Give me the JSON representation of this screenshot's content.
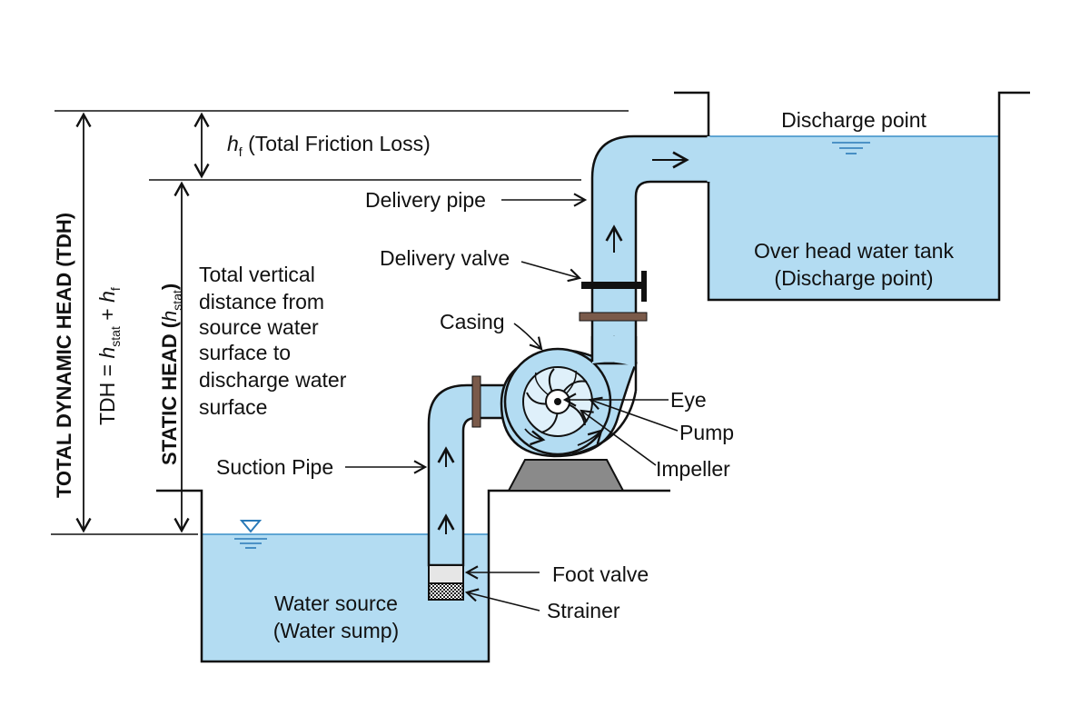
{
  "labels": {
    "tdh_title": "TOTAL DYNAMIC HEAD (TDH)",
    "tdh_formula": {
      "lhs": "TDH = ",
      "h": "h",
      "stat_sub": "stat",
      "plus": " + ",
      "h2": "h",
      "f_sub": "f"
    },
    "static_head": {
      "text": "STATIC HEAD (",
      "h": "h",
      "sub": "stat",
      "close": ")"
    },
    "hf": {
      "h": "h",
      "sub": "f",
      "text": " (Total Friction Loss)"
    },
    "static_description": [
      "Total vertical",
      "distance from",
      "source water",
      "surface to",
      "discharge water",
      "surface"
    ],
    "delivery_pipe": "Delivery pipe",
    "delivery_valve": "Delivery valve",
    "casing": "Casing",
    "eye": "Eye",
    "pump": "Pump",
    "impeller": "Impeller",
    "suction_pipe": "Suction Pipe",
    "foot_valve": "Foot valve",
    "strainer": "Strainer",
    "water_source": [
      "Water source",
      "(Water sump)"
    ],
    "discharge_point": "Discharge point",
    "tank": [
      "Over head water tank",
      "(Discharge point)"
    ]
  },
  "colors": {
    "water": "#b3dcf2",
    "water_edge": "#3a8fc8",
    "line": "#111111",
    "pump_base": "#8a8a8a",
    "flange": "#7a5a4a",
    "valve": "#111111"
  }
}
